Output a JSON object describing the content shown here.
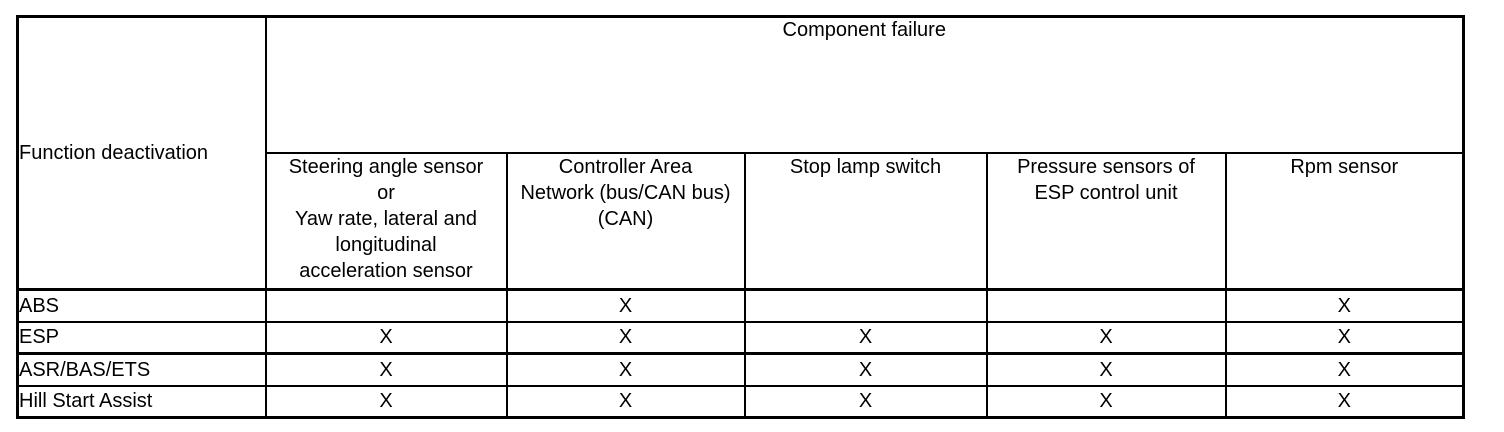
{
  "table": {
    "corner_header": "Function deactivation",
    "group_header": "Component failure",
    "columns": [
      "Steering angle sensor\nor\nYaw rate, lateral and\nlongitudinal\nacceleration sensor",
      "Controller Area\nNetwork (bus/CAN bus)\n(CAN)",
      "Stop lamp switch",
      "Pressure sensors of\nESP control unit",
      "Rpm sensor"
    ],
    "rows": [
      {
        "label": "ABS",
        "cells": [
          "",
          "X",
          "",
          "",
          "X"
        ]
      },
      {
        "label": "ESP",
        "cells": [
          "X",
          "X",
          "X",
          "X",
          "X"
        ]
      },
      {
        "label": "ASR/BAS/ETS",
        "cells": [
          "X",
          "X",
          "X",
          "X",
          "X"
        ]
      },
      {
        "label": "Hill Start Assist",
        "cells": [
          "X",
          "X",
          "X",
          "X",
          "X"
        ]
      }
    ],
    "colors": {
      "border": "#000000",
      "text": "#000000",
      "background": "#ffffff"
    }
  }
}
